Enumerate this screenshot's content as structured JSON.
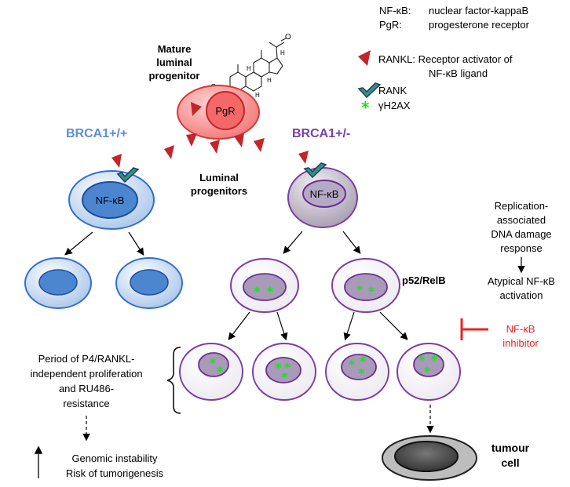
{
  "legend": {
    "nfkb_abbr": "NF-κB:",
    "nfkb_full": "nuclear factor-kappaB",
    "pgr_abbr": "PgR:",
    "pgr_full": "progesterone receptor",
    "rankl_line1": "RANKL: Receptor activator of",
    "rankl_line2": "NF-κB ligand",
    "rank": "RANK",
    "gh2ax": "γH2AX"
  },
  "mature": {
    "line1": "Mature",
    "line2": "luminal",
    "line3": "progenitor",
    "pgr": "PgR"
  },
  "progenitors": {
    "line1": "Luminal",
    "line2": "progenitors"
  },
  "wildtype": {
    "title": "BRCA1+/+",
    "nucleus": "NF-κB"
  },
  "mutant": {
    "title": "BRCA1+/-",
    "nucleus": "NF-κB",
    "p52": "p52/RelB"
  },
  "replication": {
    "line1": "Replication-",
    "line2": "associated",
    "line3": "DNA damage",
    "line4": "response",
    "line5": "Atypical NF-κB",
    "line6": "activation"
  },
  "inhibitor": {
    "line1": "NF-κB",
    "line2": "inhibitor"
  },
  "period": {
    "line1": "Period of P4/RANKL-",
    "line2": "independent proliferation",
    "line3": "and RU486-",
    "line4": "resistance"
  },
  "outcome": {
    "line1": "Genomic instability",
    "line2": "Risk of tumorigenesis"
  },
  "tumour": {
    "line1": "tumour",
    "line2": "cell"
  },
  "colors": {
    "blue_cell": "#cfe0f5",
    "blue_nucleus": "#4d86d0",
    "blue_text": "#5b8fd6",
    "purple_border": "#7a3fa3",
    "purple_nucleus": "#a89ab8",
    "purple_text": "#7b3fa6",
    "red_cell": "#f58c8c",
    "red_dark": "#c0262a",
    "green": "#22dd22",
    "inhibitor_red": "#ee2222"
  }
}
